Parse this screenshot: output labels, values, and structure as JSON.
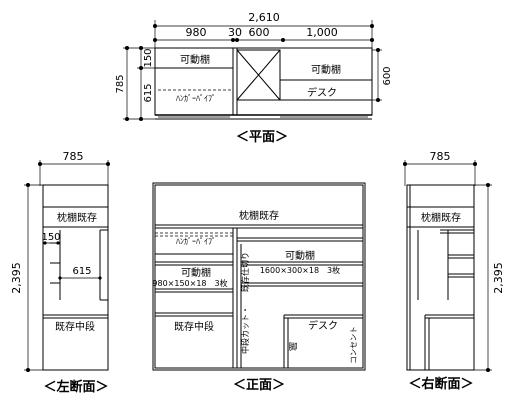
{
  "plan": {
    "total_width": "2,610",
    "seg_left": "980",
    "seg_gap": "30",
    "seg_mid": "600",
    "seg_right": "1,000",
    "depth": "785",
    "depth_lower": "615",
    "depth_upper": "150",
    "depth_right": "600",
    "shelf_left": "可動棚",
    "pipe_left": "ﾊﾝｶﾞｰﾊﾟｲﾌﾟ",
    "shelf_right": "可動棚",
    "desk": "デスク",
    "caption": "＜平面＞"
  },
  "left_section": {
    "width": "785",
    "height": "2,395",
    "top_shelf": "枕棚既存",
    "dim_150": "150",
    "dim_615": "615",
    "mid_shelf": "既存中段",
    "caption": "＜左断面＞"
  },
  "front": {
    "top_shelf": "枕棚既存",
    "pipe": "ﾊﾝｶﾞｰﾊﾟｲﾌﾟ",
    "shelf_left": "可動棚",
    "shelf_left_spec": "980×150×18　3枚",
    "partition_upper": "既存仕切り",
    "partition_lower": "中段カット・",
    "shelf_right": "可動棚",
    "shelf_right_spec": "1600×300×18　3枚",
    "mid_shelf": "既存中段",
    "desk": "デスク",
    "leg": "脚",
    "outlet": "コンセント",
    "caption": "＜正面＞"
  },
  "right_section": {
    "width": "785",
    "height": "2,395",
    "top_shelf": "枕棚既存",
    "caption": "＜右断面＞"
  }
}
